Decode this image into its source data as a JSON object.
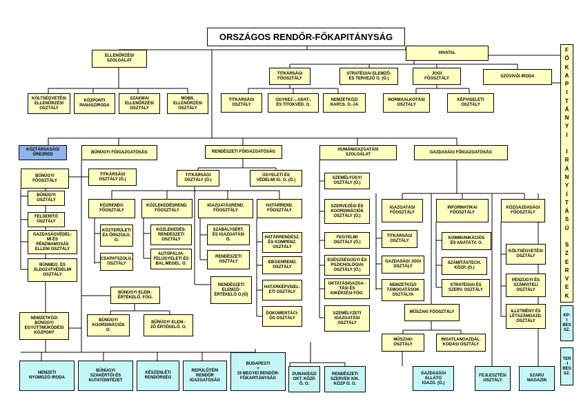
{
  "colors": {
    "yellow": "#ffffc2",
    "cyan": "#c4f6f6",
    "blue": "#8fb4ea",
    "line": "#000000"
  },
  "vertical_label": "FŐKAPITÁNYI IRÁNYÍTÁSÚ SZERVEK",
  "boxes": [
    {
      "id": "orfk",
      "text": "ORSZÁGOS RENDŐR-FŐKAPITÁNYSÁG"
    },
    {
      "id": "hivatal",
      "text": "HIVATAL"
    },
    {
      "id": "ellenorzesi",
      "text": "ELLENŐRZÉSI\nSZOLGÁLAT"
    },
    {
      "id": "koltsegvetesi_ell",
      "text": "KÖLTSÉGVETÉSI\nELLENŐRZÉSI\nOSZTÁLY"
    },
    {
      "id": "kozponti_panasz",
      "text": "KÖZPONTI\nPANASZIRODA"
    },
    {
      "id": "szakmai_ell",
      "text": "SZAKMAI\nELLENŐRZÉSI\nOSZTÁLY"
    },
    {
      "id": "mob_ell",
      "text": "MOBIL\nELLENŐRZÉSI\nOSZTÁLY"
    },
    {
      "id": "titkarsagi_fo",
      "text": "TITKÁRSÁGI\nFŐOSZTÁLY"
    },
    {
      "id": "strategiai",
      "text": "STRATÉGIAI ELEMZŐ-\nÉS TERVEZŐ O. (Ö.)"
    },
    {
      "id": "jogi_fo",
      "text": "JOGI\nFŐOSZTÁLY"
    },
    {
      "id": "szovivoi",
      "text": "SZÓVIVŐI IRODA"
    },
    {
      "id": "titkarsagi_o",
      "text": "TITKÁRSÁGI\nOSZTÁLY"
    },
    {
      "id": "ugykezelesi",
      "text": "ÜGYKEZ.-, ADAT-,\nÉS TITOKVÉD. O."
    },
    {
      "id": "nemzetkozi_kapcs",
      "text": "NEMZETKÖZI\nKAPCS. O.-JA"
    },
    {
      "id": "normaalkotasi",
      "text": "NORMAALKOTÁSI\nOSZTÁLY"
    },
    {
      "id": "kepviseleti",
      "text": "KÉPVISELETI\nOSZTÁLY"
    },
    {
      "id": "koztarsasagi",
      "text": "KÖZTÁRSASÁGI\nŐREZRED"
    },
    {
      "id": "bunugyi_fig",
      "text": "BŰNÜGYI FŐIGAZGATÓSÁG"
    },
    {
      "id": "rendeszeti_fig",
      "text": "RENDÉSZETI FŐIGAZGATÓSÁG"
    },
    {
      "id": "humanigazgatasi",
      "text": "HUMÁNIGAZGATÁSI\nSZOLGÁLAT"
    },
    {
      "id": "gazdasagi_fig",
      "text": "GAZDASÁGI FŐIGAZGATÓSÁG"
    },
    {
      "id": "bunugyi_fo",
      "text": "BŰNÜGYI\nFŐOSZTÁLY"
    },
    {
      "id": "bun_titkarsagi",
      "text": "TITKÁRSÁGI\nOSZTÁLY (Ö.)"
    },
    {
      "id": "bunugyi_o",
      "text": "BŰNÜGYI\nOSZTÁLY"
    },
    {
      "id": "felderito",
      "text": "FELDERÍTŐ\nOSZTÁLY"
    },
    {
      "id": "gazdasagved",
      "text": "GAZDASÁGVÉDEL-\nMI ÉS\nPÉNZMAMOSÁS\nELLENI OSZTÁLY"
    },
    {
      "id": "bunmeg",
      "text": "BŰNMEG. ÉS\nÁLDOZATVÉDELMI\nOSZTÁLY"
    },
    {
      "id": "rend_titkarsagi",
      "text": "TITKÁRSÁGI\nOSZTÁLY (Ö.)"
    },
    {
      "id": "ugyeleti",
      "text": "ÜGYELETI ÉS\nVÉDELMI IG. O. (Ö.)"
    },
    {
      "id": "kozrendv",
      "text": "KÖZRENDV.\nFŐOSZTÁLY"
    },
    {
      "id": "kozlekedes_fo",
      "text": "KÖZLEKEDÉSREND.\nFŐOSZTÁLY"
    },
    {
      "id": "igazgatasrend",
      "text": "IGAZGATÁSREND.\nFŐOSZTÁLY"
    },
    {
      "id": "hatarrend_fo",
      "text": "HATÁRREND.\nFŐOSZTÁLY"
    },
    {
      "id": "kozteruleti",
      "text": "KÖZTERÜLETI\nÉS ŐRSZOLG.\nO."
    },
    {
      "id": "kozlekedes_rend",
      "text": "KÖZLEKEDÉS-\nRENDÉSZETI\nOSZTÁLY"
    },
    {
      "id": "szabalysert",
      "text": "SZABÁLYSÉRT.\nÉS IGAZGATÁSI\nO."
    },
    {
      "id": "hatarrend_komp",
      "text": "HATÁRRENDÉSZ.\nÉS KOMPENZ.\nOSZTÁLY"
    },
    {
      "id": "csapatszolg",
      "text": "CSAPATSZOLG.\nOSZTÁLY"
    },
    {
      "id": "autopalya",
      "text": "AUTÓPÁLYA-\nFELÜGYELETI ÉS\nBAL.MEGEL. O."
    },
    {
      "id": "rendeszeti_o",
      "text": "RENDÉSZETI\nOSZTÁLY"
    },
    {
      "id": "idegenrend",
      "text": "IDEGENREND.\nOSZTÁLY"
    },
    {
      "id": "hatarkepv",
      "text": "HATÁRKÉPVISEL-\nETI OSZTÁLY"
    },
    {
      "id": "rend_elemzo",
      "text": "RENDÉSZETI\nELEMZŐ-\nÉRTÉKELŐ O.(Ö)"
    },
    {
      "id": "dokumentacios",
      "text": "DOKUMENTÁCI-\nÓS OSZTÁLY"
    },
    {
      "id": "bun_elemzo_fo",
      "text": "BŰNÜGYI ELEM.-\nÉRTÉKELŐ. FŐO."
    },
    {
      "id": "nemzetkozi_bun",
      "text": "NEMZETKÖZI\nBŰNÜGYI\nEGYÜTTMŰKÖDÉSI\nKÖZPONT"
    },
    {
      "id": "bun_koord",
      "text": "BŰNÜGYI\nKOORDINÁCIÓS\nO."
    },
    {
      "id": "bun_elemzo_o",
      "text": "BŰNÜGYI ELEM.-\nZŐ ÉRTÉKELŐ. O."
    },
    {
      "id": "szemelyugyi",
      "text": "SZEMÉLYÜGYI\nOSZTÁLY (Ö.)"
    },
    {
      "id": "szervezesi",
      "text": "SZERVEZÉSI ÉS\nKOORDINÁCIÓS\nOSZTÁLY (Ö.)"
    },
    {
      "id": "fegyelmi",
      "text": "FEGYELMI\nOSZTÁLY (Ö.)"
    },
    {
      "id": "egeszsegugyi",
      "text": "EGÉSZSÉGÜGYI ÉS\nPSZICHOLÓGIAI\nOSZTÁLY (Ö.)"
    },
    {
      "id": "oktatasi",
      "text": "OKTATÁSIGAZGA -\nTÁSI ÉS\nKIKÉPZÉSI FŐO."
    },
    {
      "id": "szemelyzeti",
      "text": "SZEMÉLYZETI\nIGAZGATÁSI\nOSZTÁLY"
    },
    {
      "id": "igazgatasi_fo",
      "text": "IGAZGATÁSI\nFŐOSZTÁLY"
    },
    {
      "id": "gaz_titkarsagi",
      "text": "TITKÁRSÁGI\nOSZTÁLY"
    },
    {
      "id": "gaz_jogi",
      "text": "GAZDASÁGI JOGI\nOSZTÁLY"
    },
    {
      "id": "nemzetkozi_tam",
      "text": "NEMZETKÖZI\nTÁMOGATÁSOK\nOSZTÁLYA"
    },
    {
      "id": "informatikai_fo",
      "text": "INFORMATIKAI\nFŐOSZTÁLY"
    },
    {
      "id": "kommunikacios",
      "text": "KOMMUNIKÁCIÓS\nÉS ADATÁTV. O."
    },
    {
      "id": "szamitastech",
      "text": "SZÁMÍTÁSTECH.\nKÖZP. (Ö.)"
    },
    {
      "id": "strategiai_szerv",
      "text": "STRATÉGIAI ÉS\nSZERV. OSZTÁLY"
    },
    {
      "id": "kozgazdasagi_fo",
      "text": "KÖZGAZDASÁGI\nFŐOSZTÁLY"
    },
    {
      "id": "koltsegvetesi_o",
      "text": "KÖLTSÉGVETÉSI\nOSZTÁLY"
    },
    {
      "id": "penzugyi",
      "text": "PÉNZÜGYI ÉS\nSZÁMVITELI\nOSZTÁLY"
    },
    {
      "id": "illetmeny",
      "text": "ILLETMÉNY ÉS\nLÉTSZÁMGAZD.\nOSZTÁLY"
    },
    {
      "id": "muszaki_fo",
      "text": "MŰSZAKI FŐOSZTÁLY"
    },
    {
      "id": "muszaki_o",
      "text": "MŰSZAKI\nOSZTÁLY"
    },
    {
      "id": "ingatlangazd",
      "text": "INGATLANGAZDÁL.\nKODÁSI OSZTÁLY"
    },
    {
      "id": "nemzeti_nyomozo",
      "text": "NEMZETI\nNYOMOZÓ IRODA"
    },
    {
      "id": "bun_szakertoi",
      "text": "BŰNÜGYI\nSZAKÉRTŐI ÉS\nKUTATÓINTÉZET"
    },
    {
      "id": "keszenleti",
      "text": "KÉSZENLÉTI\nRENDŐRSÉG"
    },
    {
      "id": "repuloteri",
      "text": "REPÜLŐTÉRI\nRENDŐR\nIGAZGATÓSÁG"
    },
    {
      "id": "budapesti",
      "text": "BUDAPESTI\n+\n19 MEGYEI RENDŐR-\nFŐKAPITÁNYSÁG"
    },
    {
      "id": "dunakeszi",
      "text": "DUNAKESZI\nOKT. KÖZP.\nÖ. O."
    },
    {
      "id": "rend_szervek",
      "text": "RENDÉSZETI\nSZERVEK KIK.\nKÖZP Ö. O."
    },
    {
      "id": "gazdasagi_ellato",
      "text": "GAZDASÁGI\nELLÁTÓ\nIGAZG. (Ö.)"
    },
    {
      "id": "fejlesztesi",
      "text": "FEJLESZTÉSI\nOSZTÁLY"
    },
    {
      "id": "szaru",
      "text": "SZARU\nMAGAZIN"
    },
    {
      "id": "kpibes",
      "text": "KP-\nI\nBES\nSZ."
    },
    {
      "id": "teribes",
      "text": "TER\n-I\nBES\nSZ."
    }
  ]
}
